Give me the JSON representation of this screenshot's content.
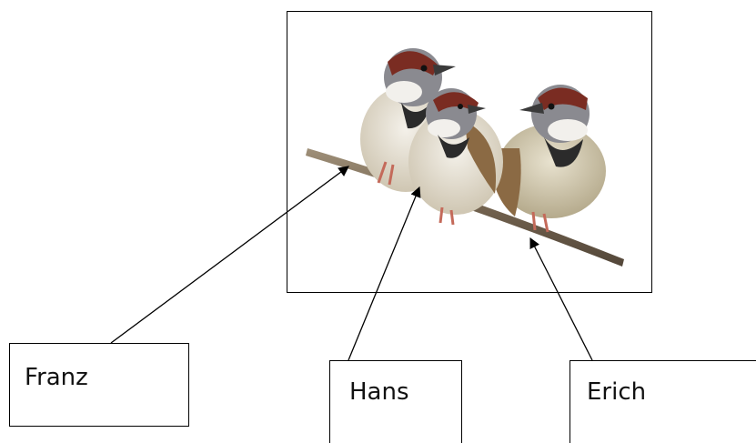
{
  "labels": {
    "franz": "Franz",
    "hans": "Hans",
    "erich": "Erich"
  },
  "colors": {
    "line": "#000000",
    "branch": "#6b5a45",
    "chestnut": "#7a2c22",
    "crown": "#8a8a90",
    "cheek": "#f2f0ec",
    "bib": "#2b2b2b",
    "belly": "#e9e4d8",
    "wing": "#8b6a44"
  }
}
